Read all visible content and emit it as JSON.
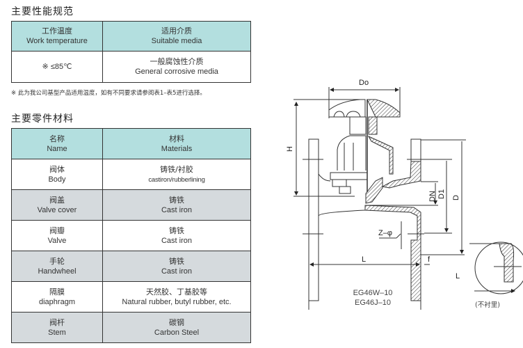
{
  "performance": {
    "title": "主要性能规范",
    "headers": [
      {
        "cn": "工作温度",
        "en": "Work temperature"
      },
      {
        "cn": "适用介质",
        "en": "Suitable media"
      }
    ],
    "row": {
      "temperature": "※ ≤85℃",
      "media_cn": "一般腐蚀性介质",
      "media_en": "General corrosive media"
    },
    "note": "※ 此为我公司基型产品适用温度，如有不同要求请参阅表1–表5进行选择。"
  },
  "materials": {
    "title": "主要零件材料",
    "headers": [
      {
        "cn": "名称",
        "en": "Name"
      },
      {
        "cn": "材料",
        "en": "Materials"
      }
    ],
    "rows": [
      {
        "name_cn": "阀体",
        "name_en": "Body",
        "mat_cn": "铸铁/衬胶",
        "mat_en": "castiron/rubberlining"
      },
      {
        "name_cn": "阀盖",
        "name_en": "Valve cover",
        "mat_cn": "铸铁",
        "mat_en": "Cast iron"
      },
      {
        "name_cn": "阀瓣",
        "name_en": "Valve",
        "mat_cn": "铸铁",
        "mat_en": "Cast iron"
      },
      {
        "name_cn": "手轮",
        "name_en": "Handwheel",
        "mat_cn": "铸铁",
        "mat_en": "Cast iron"
      },
      {
        "name_cn": "隔膜",
        "name_en": "diaphragm",
        "mat_cn": "天然胶、丁基胶等",
        "mat_en": "Natural rubber, butyl rubber, etc."
      },
      {
        "name_cn": "阀杆",
        "name_en": "Stem",
        "mat_cn": "碳钢",
        "mat_en": "Carbon Steel"
      }
    ]
  },
  "drawing": {
    "labels": {
      "do": "Do",
      "h": "H",
      "dn": "DN",
      "d1": "D1",
      "d": "D",
      "z": "Z–φ",
      "l": "L",
      "f": "f",
      "detail_l": "L"
    },
    "models": [
      "EG46W–10",
      "EG46J–10"
    ],
    "detail_caption": "(不衬里)"
  }
}
